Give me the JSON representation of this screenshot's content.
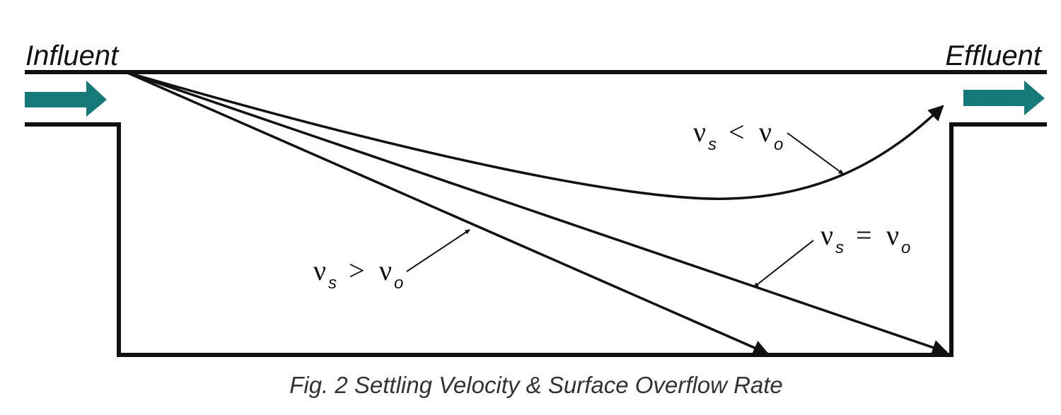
{
  "labels": {
    "influent": "Influent",
    "effluent": "Effluent"
  },
  "trajectories": [
    {
      "name": "less",
      "symbol": "ν",
      "sub_left": "s",
      "operator": "<",
      "sub_right": "o"
    },
    {
      "name": "equal",
      "symbol": "ν",
      "sub_left": "s",
      "operator": "=",
      "sub_right": "o"
    },
    {
      "name": "greater",
      "symbol": "ν",
      "sub_left": "s",
      "operator": ">",
      "sub_right": "o"
    }
  ],
  "caption": "Fig. 2 Settling Velocity & Surface Overflow Rate",
  "colors": {
    "flow_arrow": "#177a7a",
    "lines": "#111111"
  }
}
